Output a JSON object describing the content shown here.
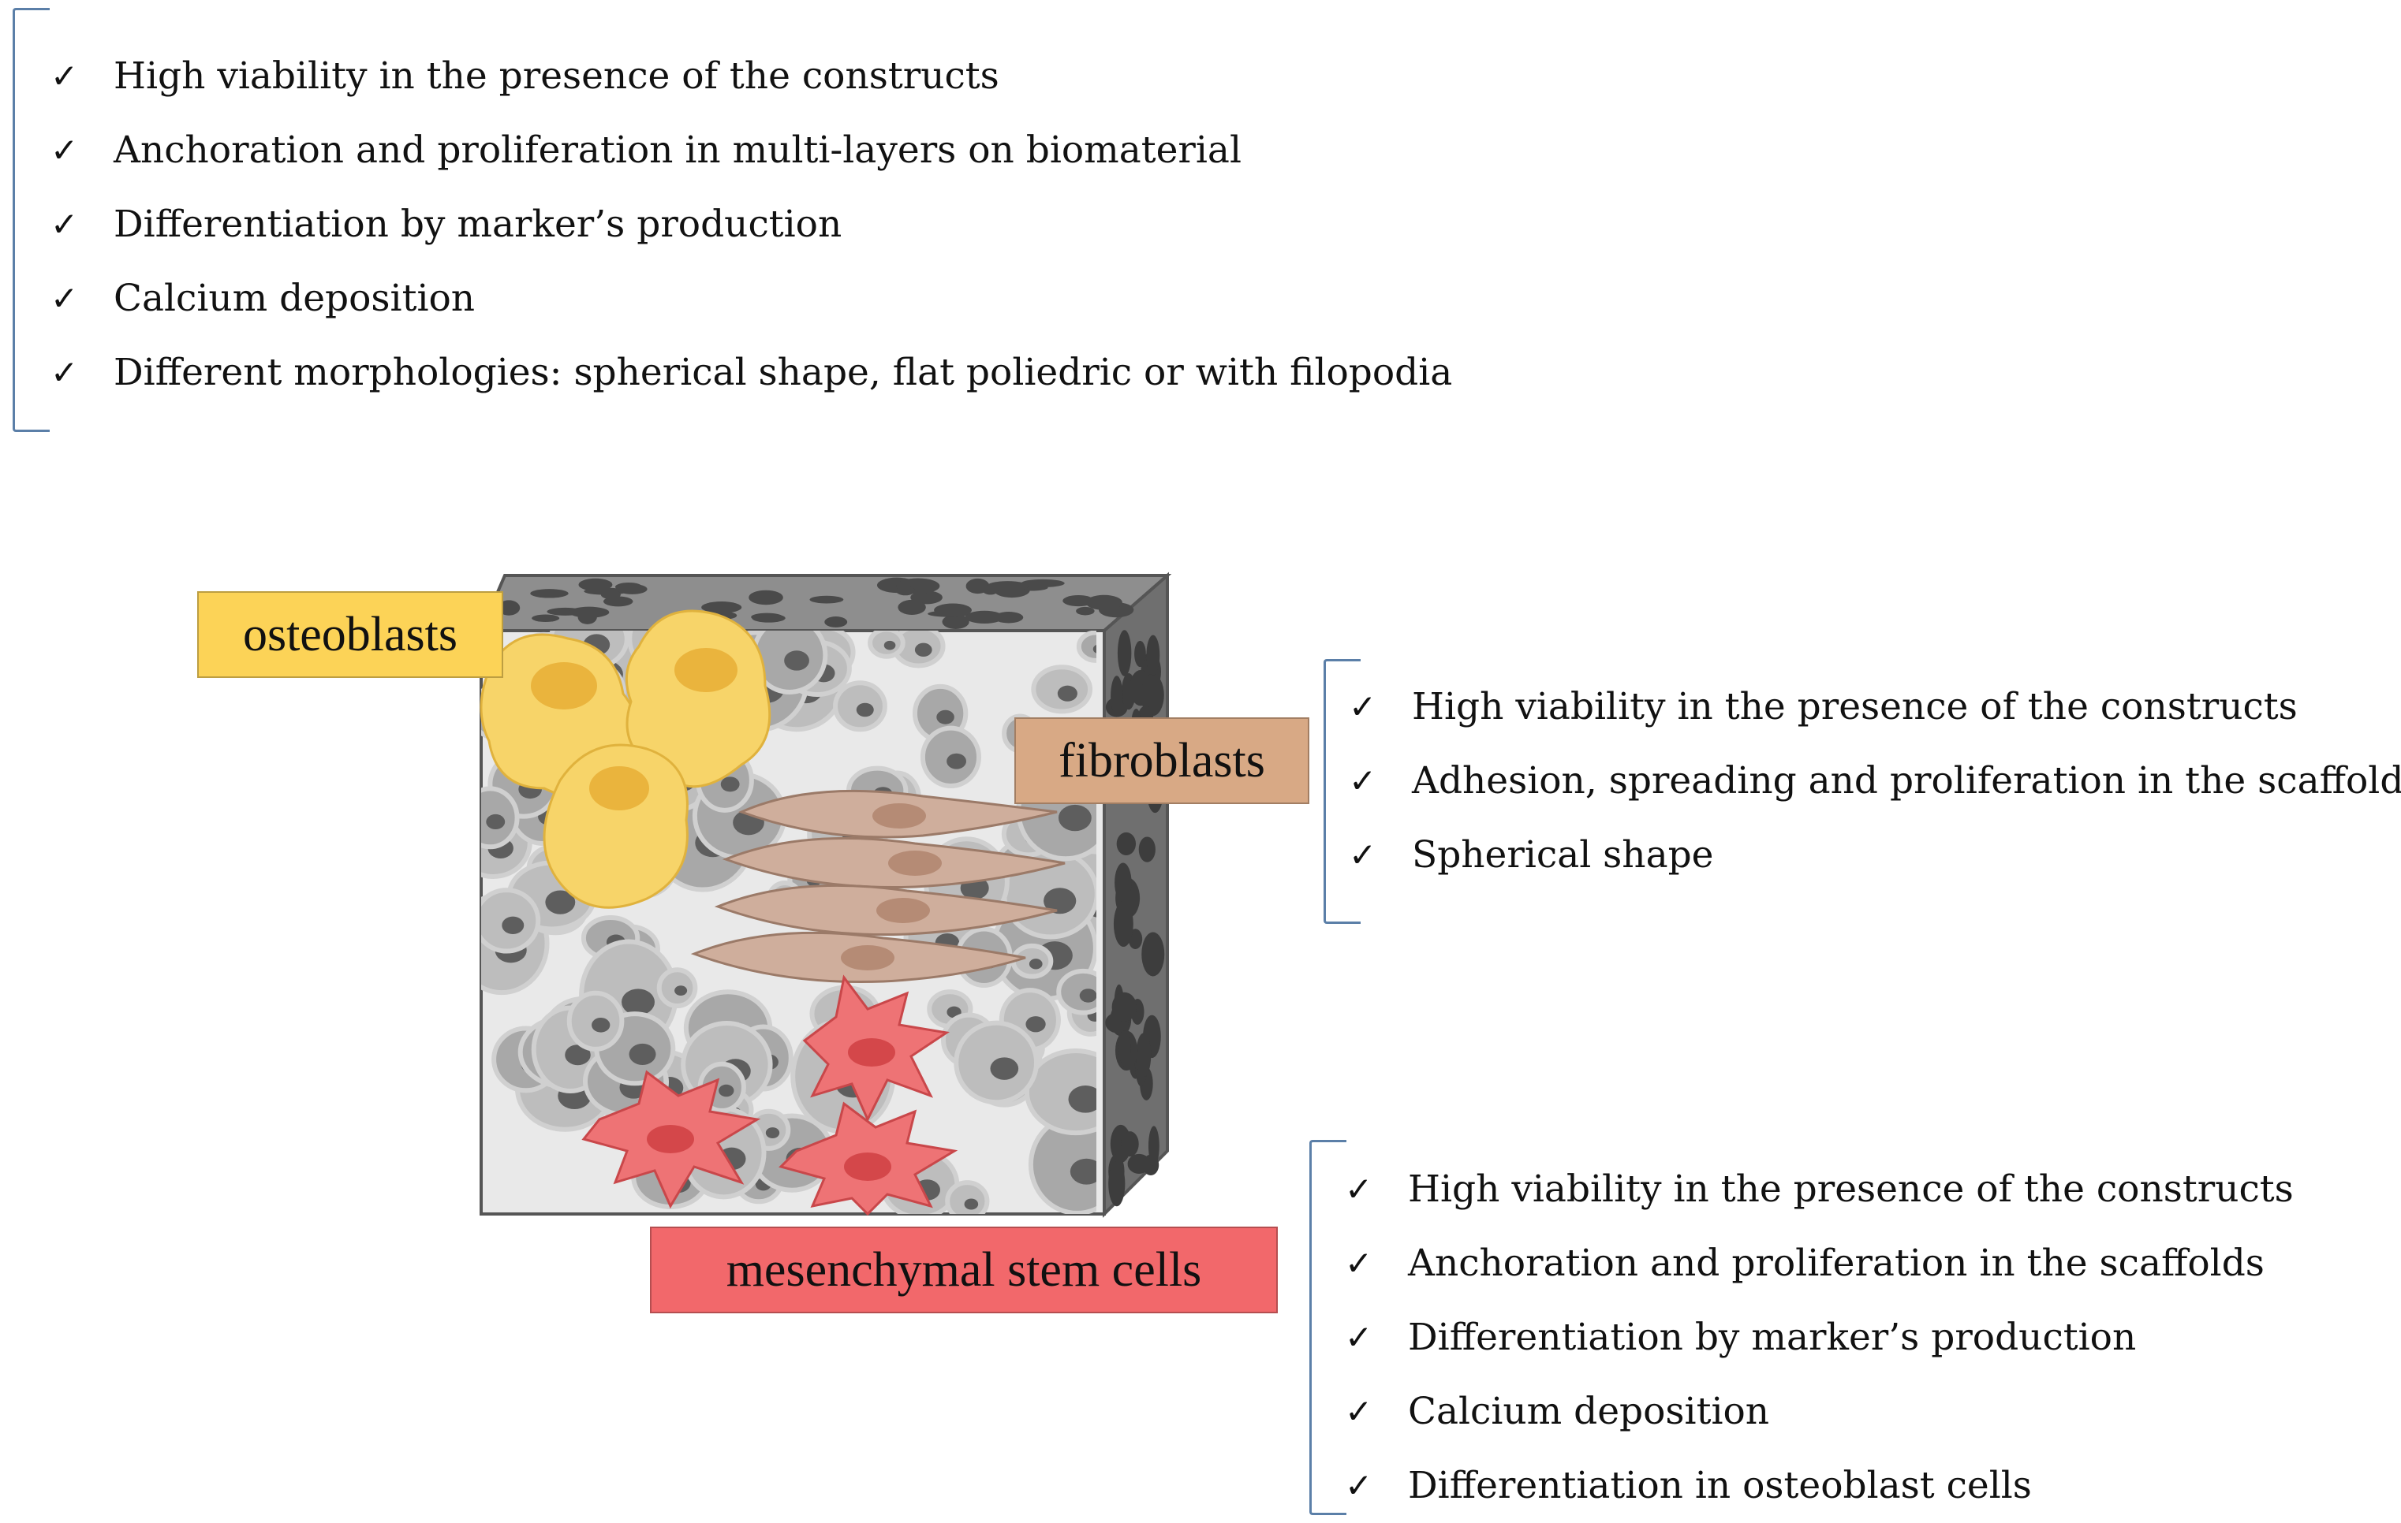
{
  "osteoblast_list": {
    "items": [
      "High viability in the presence of the constructs",
      "Anchoration and proliferation in multi-layers on  biomaterial",
      "Differentiation by marker’s production",
      "Calcium deposition",
      "Different morphologies: spherical shape,  flat poliedric or with filopodia"
    ]
  },
  "fibroblast_list": {
    "items": [
      "High viability in the presence of the constructs",
      "Adhesion, spreading and proliferation in the scaffolds",
      "Spherical shape"
    ]
  },
  "msc_list": {
    "items": [
      "High viability in the presence of the constructs",
      "Anchoration and proliferation in the scaffolds",
      "Differentiation by marker’s production",
      "Calcium deposition",
      "Differentiation in osteoblast cells"
    ]
  },
  "labels": {
    "osteoblasts": "osteoblasts",
    "fibroblasts": "fibroblasts",
    "msc": "mesenchymal  stem cells"
  },
  "check_glyph": "✓",
  "colors": {
    "osteoblast_label": "#fcd357",
    "fibroblast_label": "#d8a985",
    "msc_label": "#f2686b",
    "bracket": "#5b7fa8",
    "osteoblast_cell": "#f7d469",
    "fibroblast_cell": "#cfae9c",
    "msc_cell": "#ee7375",
    "scaffold": "#9a9a9a"
  }
}
